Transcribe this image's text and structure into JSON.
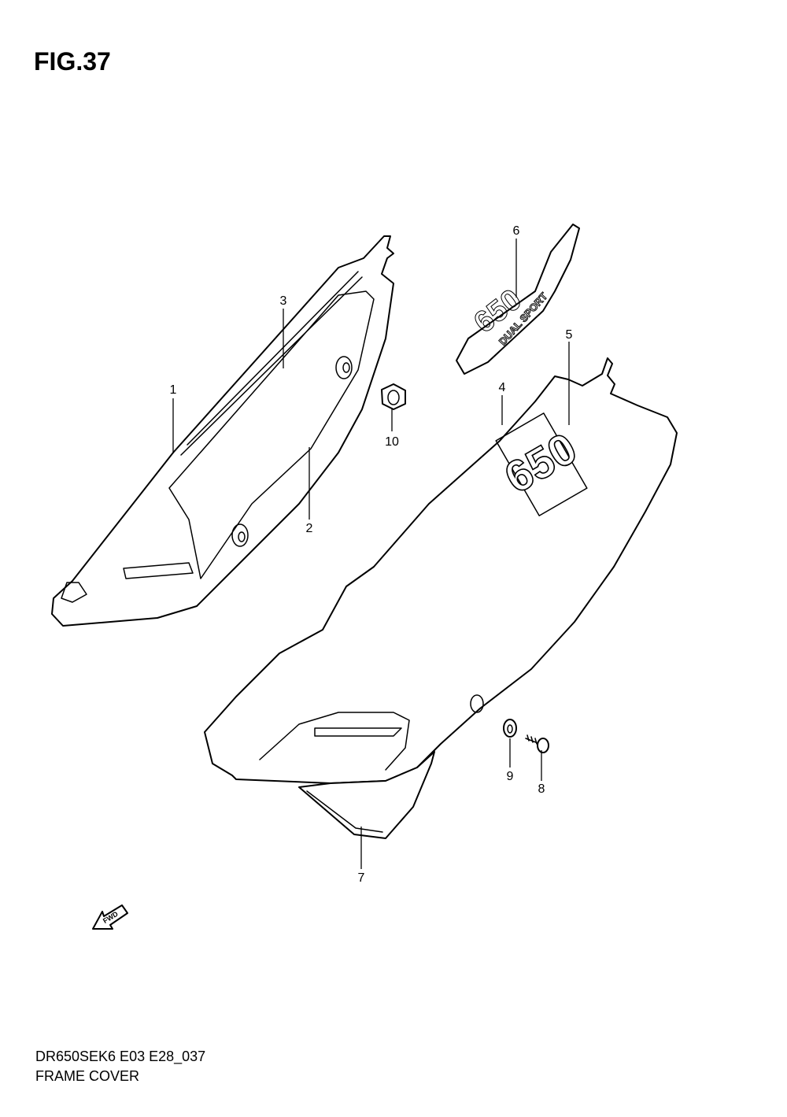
{
  "figure": {
    "title": "FIG.37",
    "code": "DR650SEK6 E03 E28_037",
    "caption": "FRAME COVER"
  },
  "parts": [
    {
      "ref": "1"
    },
    {
      "ref": "2"
    },
    {
      "ref": "3"
    },
    {
      "ref": "4"
    },
    {
      "ref": "5"
    },
    {
      "ref": "6"
    },
    {
      "ref": "7"
    },
    {
      "ref": "8"
    },
    {
      "ref": "9"
    },
    {
      "ref": "10"
    }
  ],
  "decals": {
    "large": "650",
    "small_main": "650",
    "small_sub": "DUAL SPORT"
  },
  "direction_marker": "FWD"
}
